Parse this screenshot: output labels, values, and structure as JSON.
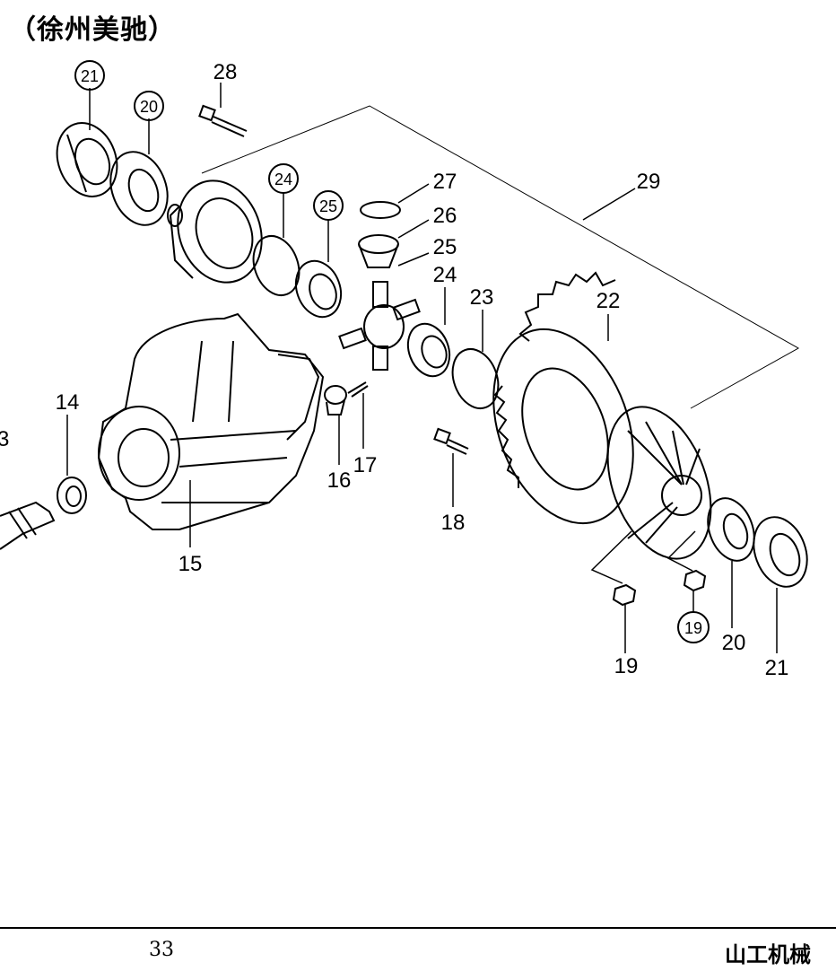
{
  "header": {
    "title": "（徐州美驰）"
  },
  "diagram": {
    "callouts": [
      {
        "id": "c21a",
        "text": "21"
      },
      {
        "id": "c20a",
        "text": "20"
      },
      {
        "id": "c28",
        "text": "28"
      },
      {
        "id": "c24a",
        "text": "24"
      },
      {
        "id": "c25a",
        "text": "25"
      },
      {
        "id": "c27",
        "text": "27"
      },
      {
        "id": "c26",
        "text": "26"
      },
      {
        "id": "c25b",
        "text": "25"
      },
      {
        "id": "c24b",
        "text": "24"
      },
      {
        "id": "c23",
        "text": "23"
      },
      {
        "id": "c22",
        "text": "22"
      },
      {
        "id": "c29",
        "text": "29"
      },
      {
        "id": "c14",
        "text": "14"
      },
      {
        "id": "c15",
        "text": "15"
      },
      {
        "id": "c16",
        "text": "16"
      },
      {
        "id": "c17",
        "text": "17"
      },
      {
        "id": "c18",
        "text": "18"
      },
      {
        "id": "c19a",
        "text": "19"
      },
      {
        "id": "c19b",
        "text": "19"
      },
      {
        "id": "c20b",
        "text": "20"
      },
      {
        "id": "c21b",
        "text": "21"
      },
      {
        "id": "c13",
        "text": "3"
      }
    ]
  },
  "footer": {
    "page_number": "33",
    "brand": "山工机械"
  }
}
